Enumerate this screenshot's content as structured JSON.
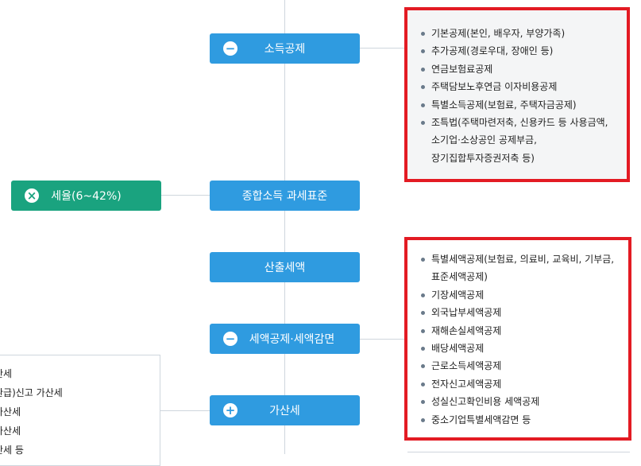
{
  "nodes": {
    "income_deduction": {
      "label": "소득공제",
      "icon": "minus-icon",
      "symbol": "−"
    },
    "tax_base": {
      "label": "종합소득 과세표준"
    },
    "tax_rate": {
      "label": "세율(6~42%)",
      "icon": "multiply-icon",
      "symbol": "×"
    },
    "calc_tax": {
      "label": "산출세액"
    },
    "tax_credit": {
      "label": "세액공제·세액감면",
      "icon": "minus-icon",
      "symbol": "−"
    },
    "add_tax": {
      "label": "가산세",
      "icon": "plus-icon",
      "symbol": "+"
    }
  },
  "income_deduction_items": [
    "기본공제(본인, 배우자, 부양가족)",
    "추가공제(경로우대, 장애인 등)",
    "연금보험료공제",
    "주택담보노후연금 이자비용공제",
    "특별소득공제(보험료, 주택자금공제)",
    "조특법(주택마련저축, 신용카드 등 사용금액,",
    "소기업·소상공인 공제부금,",
    "장기집합투자증권저축 등)"
  ],
  "tax_credit_items": [
    "특별세액공제(보험료, 의료비, 교육비, 기부금,",
    "표준세액공제)",
    "기장세액공제",
    "외국납부세액공제",
    "재해손실세액공제",
    "배당세액공제",
    "근로소득세액공제",
    "전자신고세액공제",
    "성실신고확인비용 세액공제",
    "중소기업특별세액감면 등"
  ],
  "add_tax_items": [
    "산세",
    "환급)신고 가산세",
    "가산세",
    "가산세",
    "산세 등"
  ],
  "colors": {
    "node_blue": "#2f9be0",
    "node_green": "#1aa37f",
    "highlight_border": "#e31b23"
  }
}
